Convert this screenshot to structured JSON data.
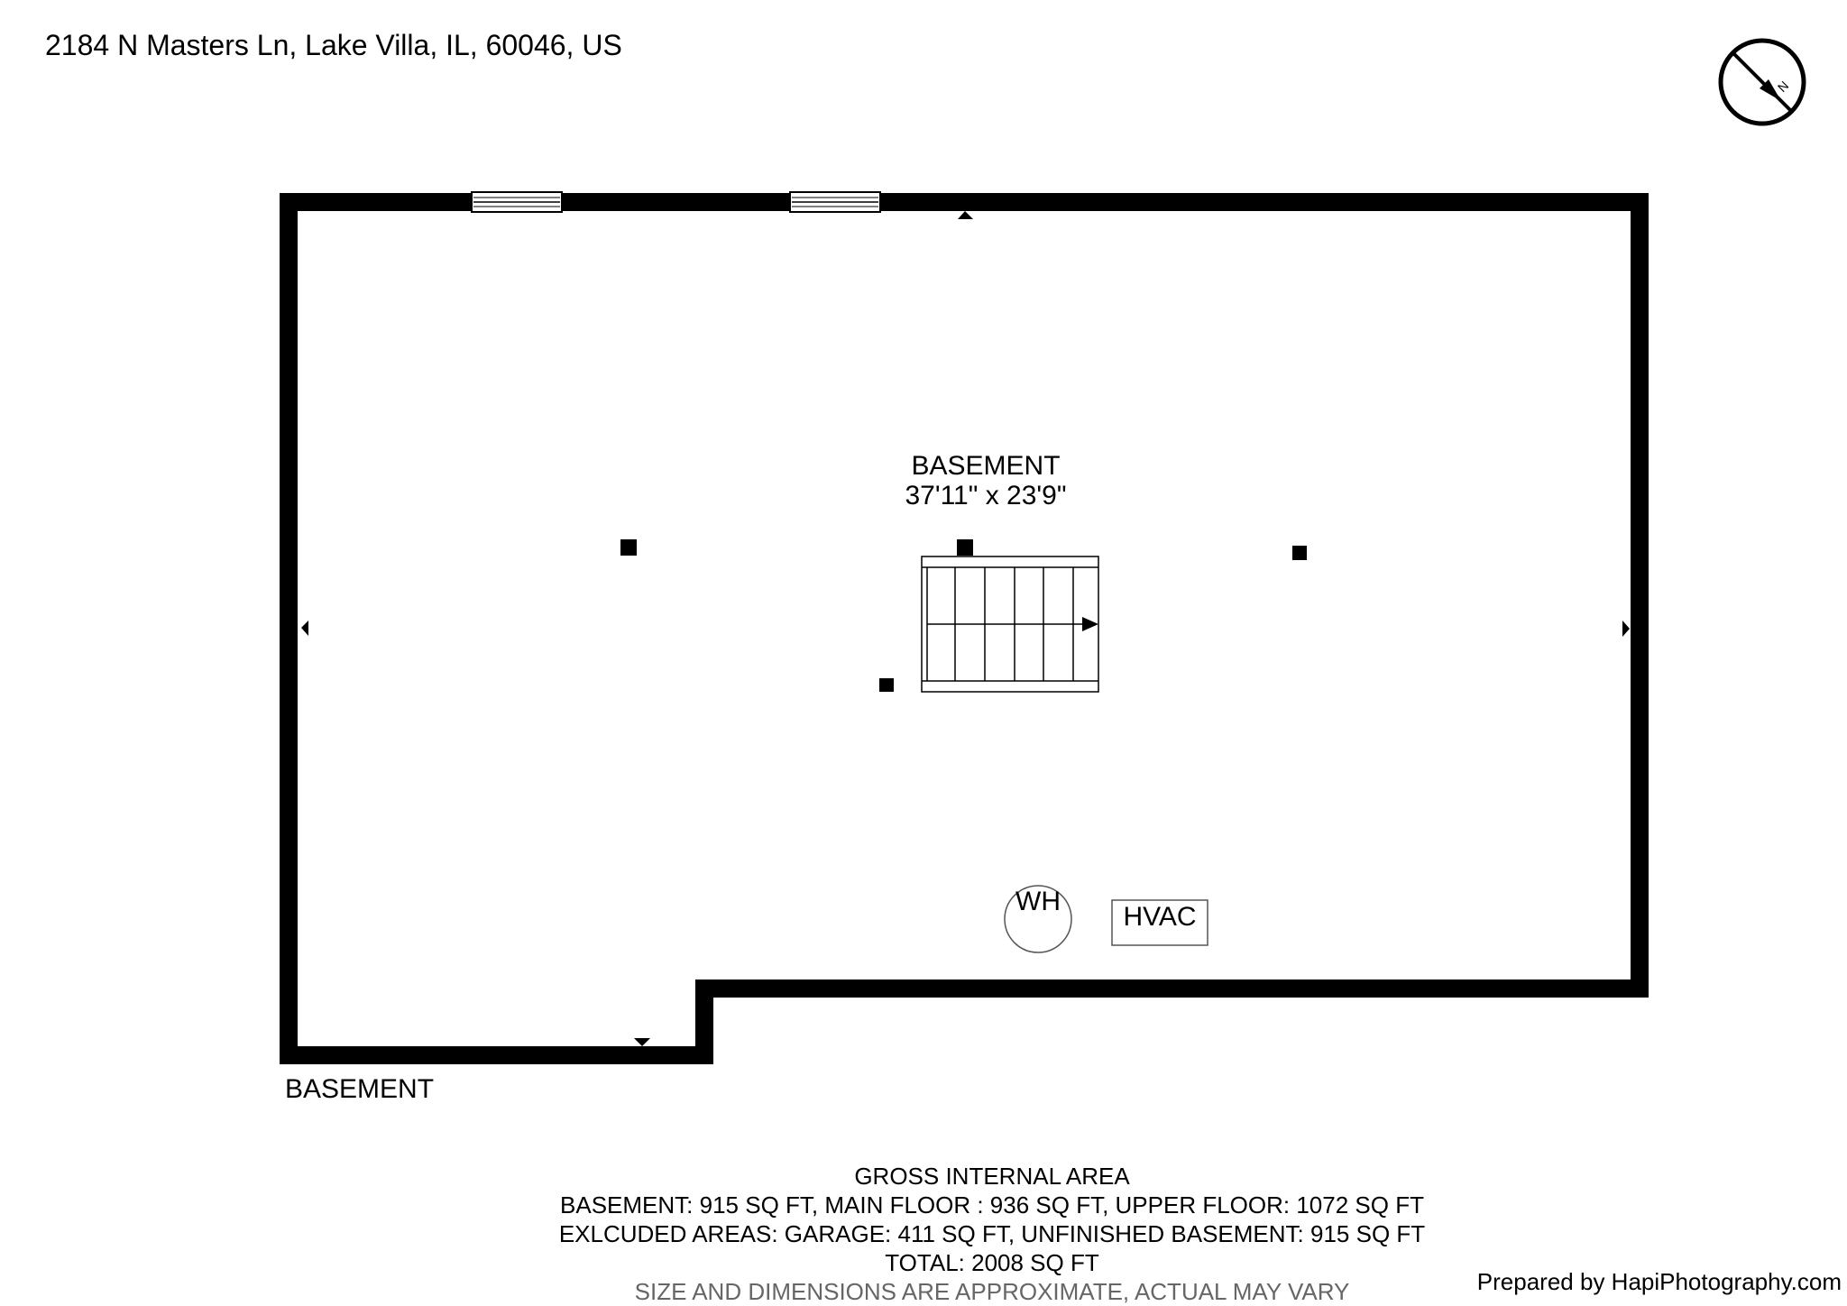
{
  "address": "2184 N Masters Ln, Lake Villa, IL, 60046, US",
  "compass": {
    "label": "N",
    "icon": "north-arrow-icon"
  },
  "room": {
    "name": "BASEMENT",
    "dimensions": "37'11\" x 23'9\""
  },
  "fixtures": {
    "water_heater": "WH",
    "hvac": "HVAC"
  },
  "floor_label": "BASEMENT",
  "summary": {
    "heading": "GROSS INTERNAL AREA",
    "line1": "BASEMENT: 915 SQ FT, MAIN FLOOR : 936 SQ FT, UPPER FLOOR: 1072 SQ FT",
    "line2": "EXLCUDED AREAS: GARAGE: 411 SQ FT, UNFINISHED BASEMENT: 915 SQ FT",
    "total": "TOTAL: 2008 SQ FT",
    "disclaimer": "SIZE AND DIMENSIONS ARE APPROXIMATE, ACTUAL MAY VARY"
  },
  "credit": "Prepared by HapiPhotography.com",
  "colors": {
    "wall": "#000000",
    "background": "#ffffff",
    "disclaimer": "#666666"
  }
}
